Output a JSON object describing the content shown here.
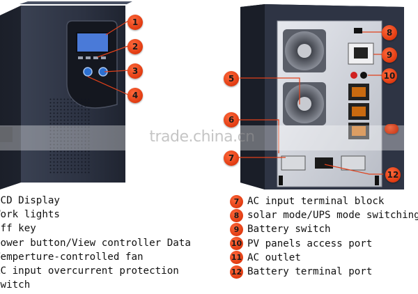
{
  "watermark": "trade.china.cn",
  "colors": {
    "marker": "#e03a10",
    "cabinet": "#2d3343",
    "lcd": "#4a7ad8",
    "leader_line": "#e0401a"
  },
  "markers": [
    "1",
    "2",
    "3",
    "4",
    "5",
    "6",
    "7",
    "8",
    "9",
    "10",
    "12"
  ],
  "legend_left": [
    "LCD Display",
    "Work lights",
    "Off key",
    "Power button/View controller Data",
    "Temperture-controlled fan",
    "AC input overcurrent protection",
    "switch"
  ],
  "legend_right": [
    {
      "num": "7",
      "text": "AC input terminal block"
    },
    {
      "num": "8",
      "text": "solar mode/UPS mode switching"
    },
    {
      "num": "9",
      "text": "Battery switch"
    },
    {
      "num": "10",
      "text": "PV panels access port"
    },
    {
      "num": "11",
      "text": "AC outlet"
    },
    {
      "num": "12",
      "text": "Battery terminal port"
    }
  ]
}
